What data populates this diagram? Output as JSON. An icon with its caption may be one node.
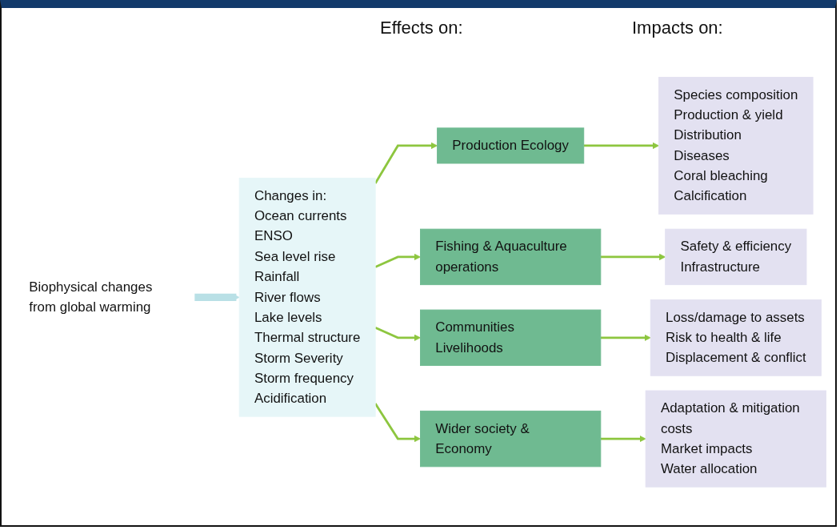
{
  "diagram": {
    "nodes": [
      {
        "text": [
          "Biophysical changes from global warming"
        ]
      },
      {
        "text": [
          "Changes in:",
          "Ocean currents",
          "ENSO",
          "Sea level rise",
          "Rainfall",
          "River flows",
          "Lake levels",
          "Thermal structure",
          "Storm Severity",
          "Storm frequency",
          "Acidification"
        ]
      },
      {
        "text": [
          "Production Ecology"
        ]
      },
      {
        "text": [
          "Fishing & Aquaculture operations"
        ]
      },
      {
        "text": [
          "Communities Livelihoods"
        ]
      },
      {
        "text": [
          "Wider society & Economy"
        ]
      },
      {
        "text": [
          "Species composition",
          "Production & yield",
          "Distribution",
          "Diseases",
          "Coral bleaching",
          "Calcification"
        ]
      },
      {
        "text": [
          "Safety & efficiency",
          "Infrastructure"
        ]
      },
      {
        "text": [
          "Loss/damage to assets",
          "Risk to health & life",
          "Displacement & conflict"
        ]
      },
      {
        "text": [
          "Adaptation & mitigation costs",
          "Market impacts",
          "Water allocation"
        ]
      }
    ],
    "edges": [
      {
        "from": 0,
        "to": 1,
        "arrow": "to",
        "style": "thick",
        "color": "#b9e0e6"
      },
      {
        "from": 1,
        "to": 2,
        "arrow": "to"
      },
      {
        "from": 1,
        "to": 3,
        "arrow": "to"
      },
      {
        "from": 1,
        "to": 4,
        "arrow": "to"
      },
      {
        "from": 1,
        "to": 5,
        "arrow": "to"
      },
      {
        "from": 2,
        "to": 6,
        "arrow": "to"
      },
      {
        "from": 3,
        "to": 7,
        "arrow": "to"
      },
      {
        "from": 4,
        "to": 8,
        "arrow": "to"
      },
      {
        "from": 5,
        "to": 9,
        "arrow": "to"
      }
    ],
    "labels": [
      "Effects on:",
      "Impacts on:"
    ]
  }
}
